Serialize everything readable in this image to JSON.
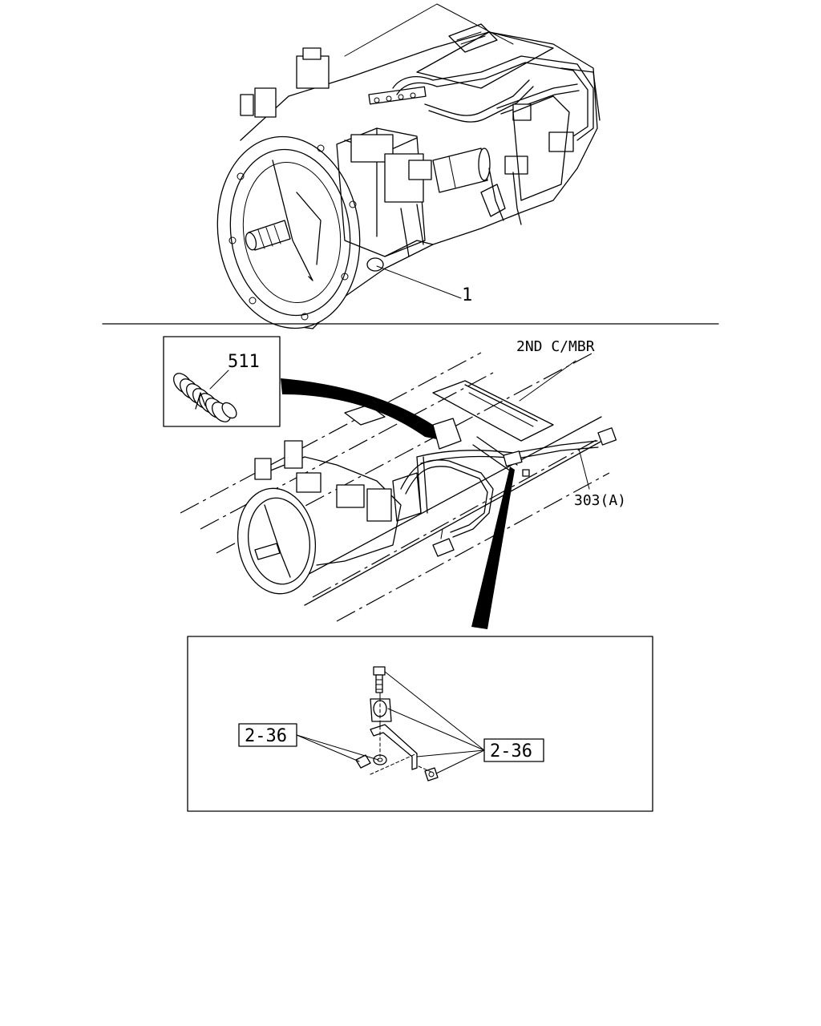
{
  "callouts": {
    "transmission_assembly": "1",
    "protector": "511",
    "crossmember": "2ND C/MBR",
    "harness": "303(A)",
    "ref_left": "2-36",
    "ref_right": "2-36"
  }
}
